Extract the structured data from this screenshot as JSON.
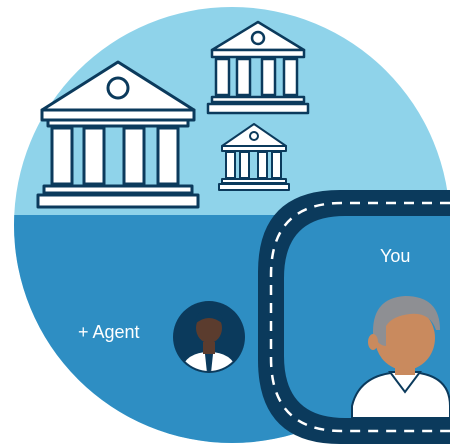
{
  "labels": {
    "agent": "+ Agent",
    "you": "You"
  },
  "colors": {
    "sky": "#8fd3ea",
    "water": "#2e8ec3",
    "navy": "#0b3a5c",
    "white": "#ffffff",
    "skin_dark": "#5b3c2e",
    "skin_light": "#c98a5e",
    "hair_gray": "#8e8f93"
  },
  "icons": [
    "bank-building-icon-large",
    "bank-building-icon-medium",
    "bank-building-icon-small",
    "agent-avatar-icon",
    "user-avatar-icon",
    "road-track-icon"
  ]
}
